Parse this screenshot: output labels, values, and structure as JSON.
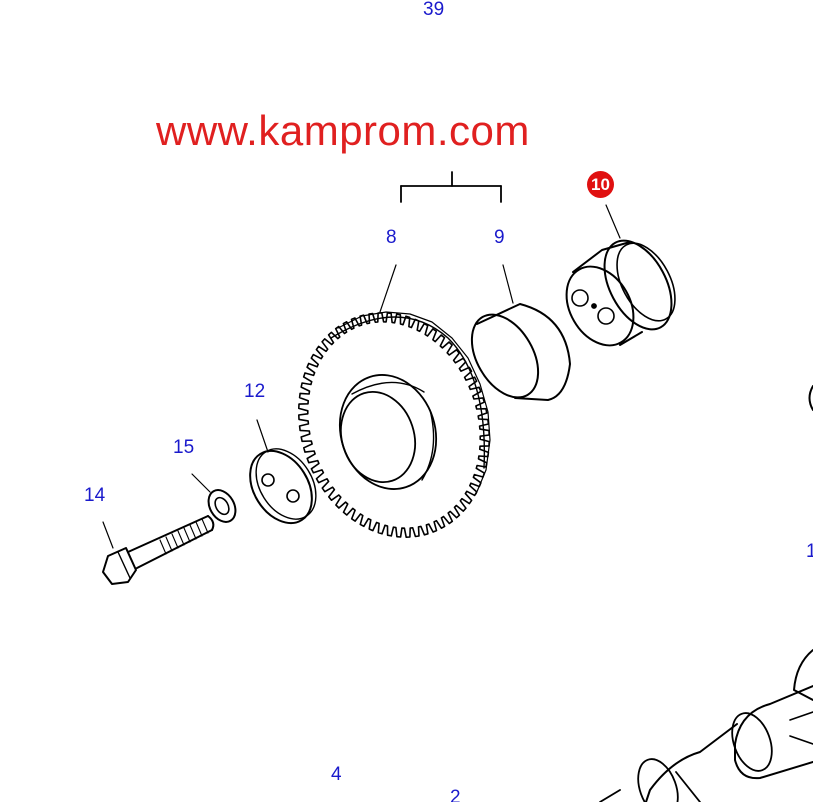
{
  "watermark": "www.kamprom.com",
  "callouts": {
    "c39": "39",
    "c8": "8",
    "c9": "9",
    "c10": "10",
    "c12": "12",
    "c15": "15",
    "c14": "14",
    "c4": "4",
    "c2": "2",
    "c1": "1"
  },
  "colors": {
    "label": "#1a1acc",
    "watermark": "#e02020",
    "badge": "#e01010",
    "line": "#000000"
  }
}
